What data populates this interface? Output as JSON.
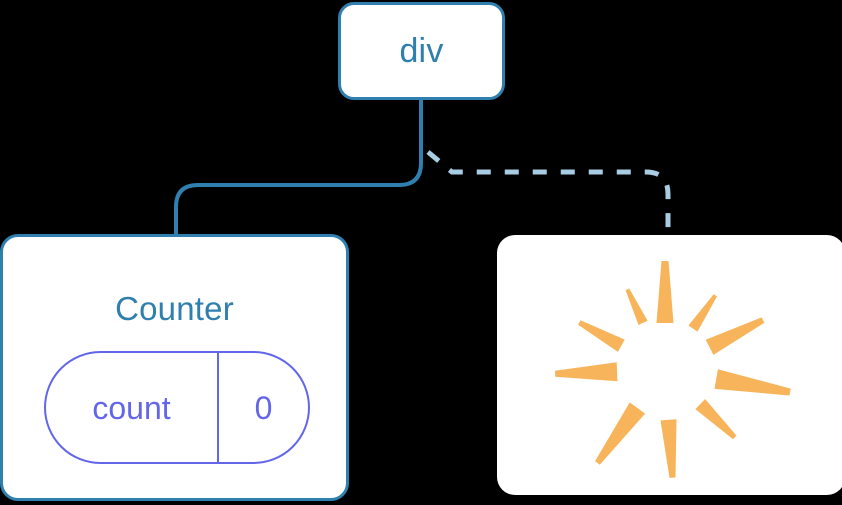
{
  "diagram": {
    "title": "component-tree",
    "background_color": "#000000",
    "node_fill": "#ffffff",
    "node_border_color": "#2f7faf",
    "text_color": "#2f7faf",
    "state_color": "#6366e8",
    "edge_solid_color": "#2f7faf",
    "edge_dashed_color": "#a8cde2",
    "burst_color": "#f7b45a"
  },
  "nodes": {
    "root": {
      "label": "div",
      "type": "element-node"
    },
    "counter": {
      "label": "Counter",
      "type": "component-node",
      "state": {
        "key": "count",
        "value": "0"
      }
    },
    "burst": {
      "label": "",
      "type": "render-burst-node",
      "icon": "sparkle-burst-icon",
      "ray_count": 10
    }
  },
  "edges": [
    {
      "name": "edge-div-to-counter",
      "from": "root",
      "to": "counter",
      "style": "solid",
      "color": "#2f7faf"
    },
    {
      "name": "edge-div-to-burst",
      "from": "root",
      "to": "burst",
      "style": "dashed",
      "color": "#a8cde2"
    }
  ],
  "burst_rays": [
    {
      "angle": -90,
      "len": 62,
      "w1": 17,
      "w2": 7,
      "gap": 47
    },
    {
      "angle": -56,
      "len": 40,
      "w1": 11,
      "w2": 4,
      "gap": 50
    },
    {
      "angle": -27,
      "len": 60,
      "w1": 17,
      "w2": 6,
      "gap": 50
    },
    {
      "angle": 10,
      "len": 75,
      "w1": 20,
      "w2": 7,
      "gap": 52
    },
    {
      "angle": 44,
      "len": 48,
      "w1": 14,
      "w2": 5,
      "gap": 49
    },
    {
      "angle": 86,
      "len": 58,
      "w1": 16,
      "w2": 6,
      "gap": 50
    },
    {
      "angle": 126,
      "len": 68,
      "w1": 19,
      "w2": 6,
      "gap": 47
    },
    {
      "angle": 178,
      "len": 62,
      "w1": 19,
      "w2": 6,
      "gap": 48
    },
    {
      "angle": -151,
      "len": 48,
      "w1": 14,
      "w2": 5,
      "gap": 50
    },
    {
      "angle": -115,
      "len": 37,
      "w1": 10,
      "w2": 4,
      "gap": 52
    }
  ]
}
